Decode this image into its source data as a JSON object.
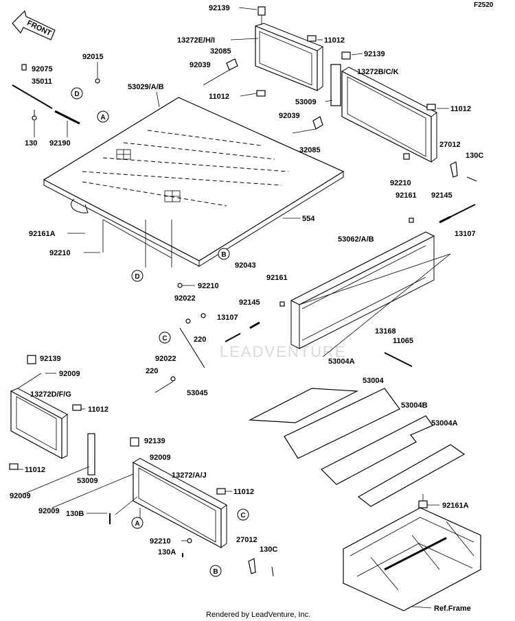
{
  "diagram_code": "F2520",
  "front_label": "FRONT",
  "watermark": "LEADVENTURE",
  "footer": "Rendered by LeadVenture, Inc.",
  "parts": {
    "p92139_top": "92139",
    "p13272EHI": "13272E/H/I",
    "p11012_a": "11012",
    "p32085_a": "32085",
    "p92139_b": "92139",
    "p92039_a": "92039",
    "p13272BCK": "13272B/C/K",
    "p11012_b": "11012",
    "p53009_a": "53009",
    "p11012_c": "11012",
    "p92039_b": "92039",
    "p32085_b": "32085",
    "p27012_a": "27012",
    "p130C_a": "130C",
    "p92210_a": "92210",
    "p92075": "92075",
    "p92015": "92015",
    "p35011": "35011",
    "p130": "130",
    "p92190": "92190",
    "p53029AB": "53029/A/B",
    "p92161A_a": "92161A",
    "p92210_b": "92210",
    "p554": "554",
    "p92161_a": "92161",
    "p92145_a": "92145",
    "p13107_a": "13107",
    "p53062AB": "53062/A/B",
    "p92043": "92043",
    "p92210_c": "92210",
    "p92161_b": "92161",
    "p92022_a": "92022",
    "p92145_b": "92145",
    "p13107_b": "13107",
    "p220_a": "220",
    "p13168": "13168",
    "p11065": "11065",
    "p92022_b": "92022",
    "p220_b": "220",
    "p53045": "53045",
    "p53004A_a": "53004A",
    "p53004": "53004",
    "p53004B": "53004B",
    "p53004A_b": "53004A",
    "p92139_c": "92139",
    "p92009_a": "92009",
    "p13272DFG": "13272D/F/G",
    "p11012_d": "11012",
    "p11012_e": "11012",
    "p92139_d": "92139",
    "p92009_b": "92009",
    "p13272AJ": "13272/A/J",
    "p53009_b": "53009",
    "p11012_f": "11012",
    "p92009_c": "92009",
    "p130B": "130B",
    "p92009_d": "92009",
    "p27012_b": "27012",
    "p92210_d": "92210",
    "p130A": "130A",
    "p130C_b": "130C",
    "p92161A_b": "92161A",
    "ref_frame": "Ref.Frame"
  },
  "callouts": {
    "A": "A",
    "B": "B",
    "C": "C",
    "D": "D"
  }
}
